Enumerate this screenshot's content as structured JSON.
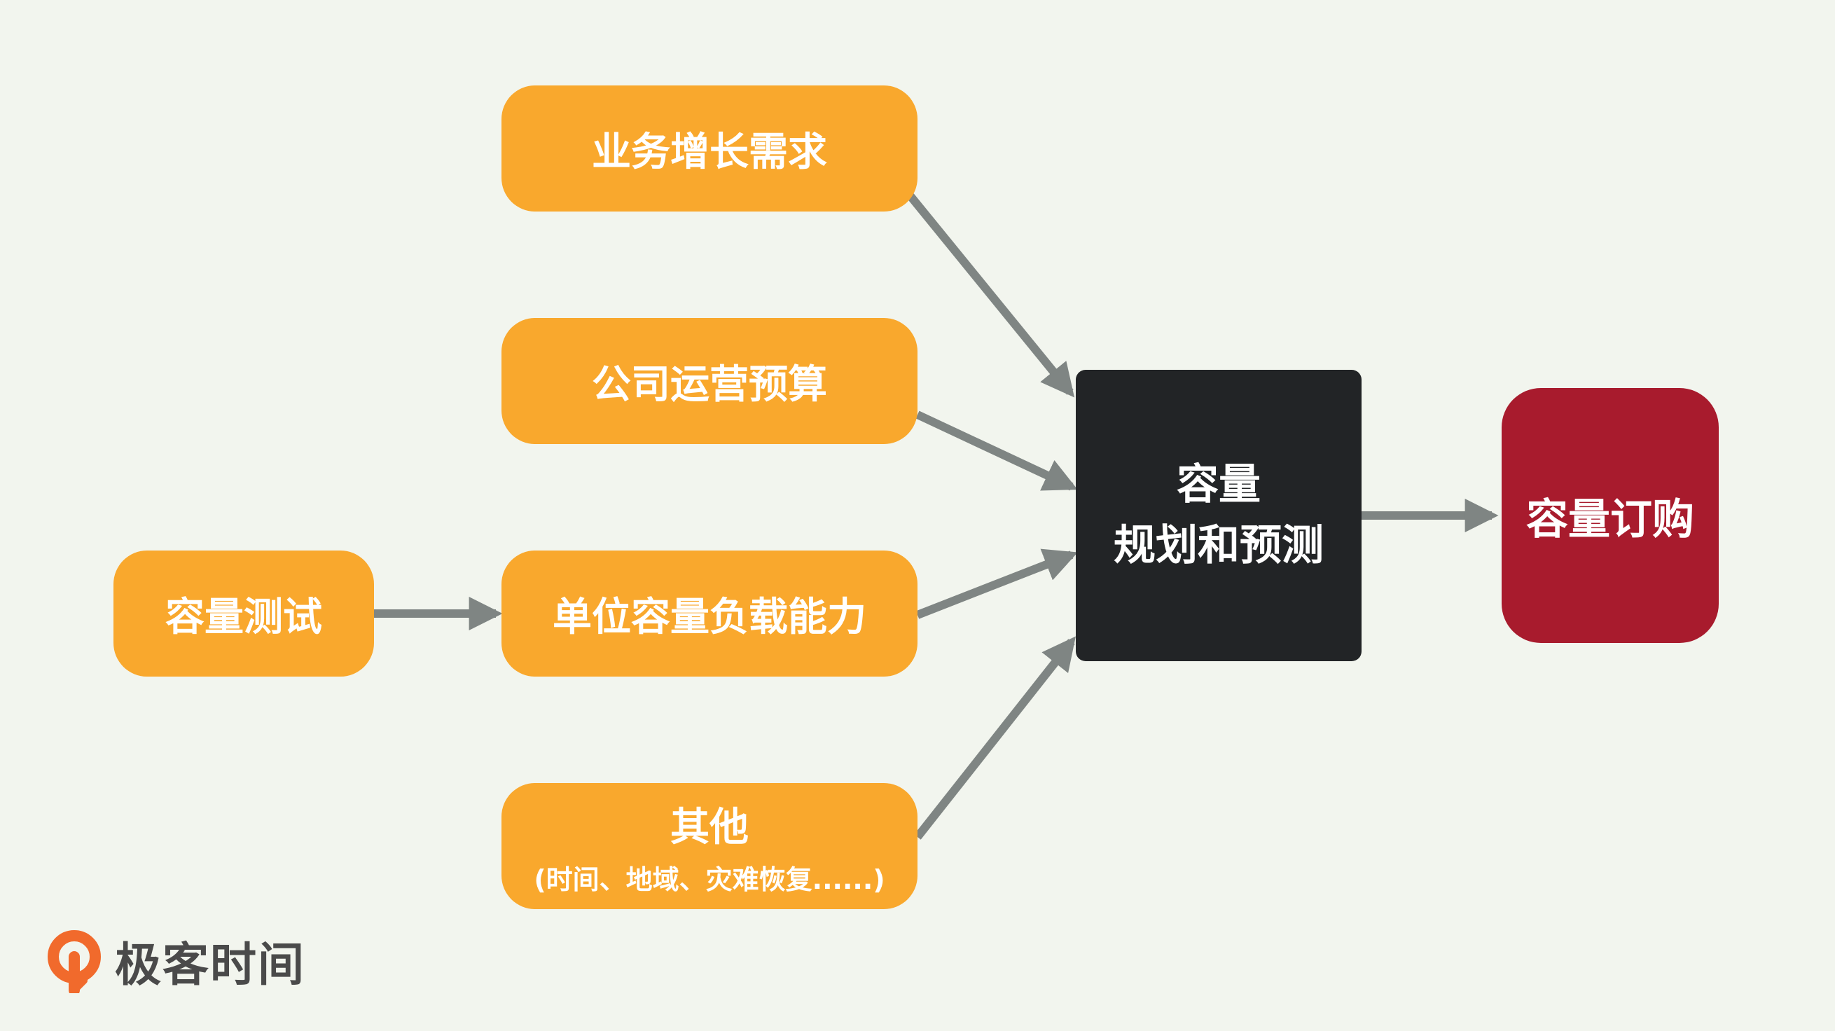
{
  "nodes": {
    "business_growth": "业务增长需求",
    "operating_budget": "公司运营预算",
    "unit_capacity": "单位容量负载能力",
    "other_title": "其他",
    "other_sub": "(时间、地域、灾难恢复......)",
    "capacity_test": "容量测试",
    "planning_line1": "容量",
    "planning_line2": "规划和预测",
    "procurement": "容量订购"
  },
  "logo": {
    "text": "极客时间"
  },
  "colors": {
    "background": "#f2f5ee",
    "orange": "#f9a82d",
    "dark": "#222426",
    "red": "#a81b2d",
    "arrow": "#7f8583",
    "logo_orange": "#f16a2c"
  }
}
